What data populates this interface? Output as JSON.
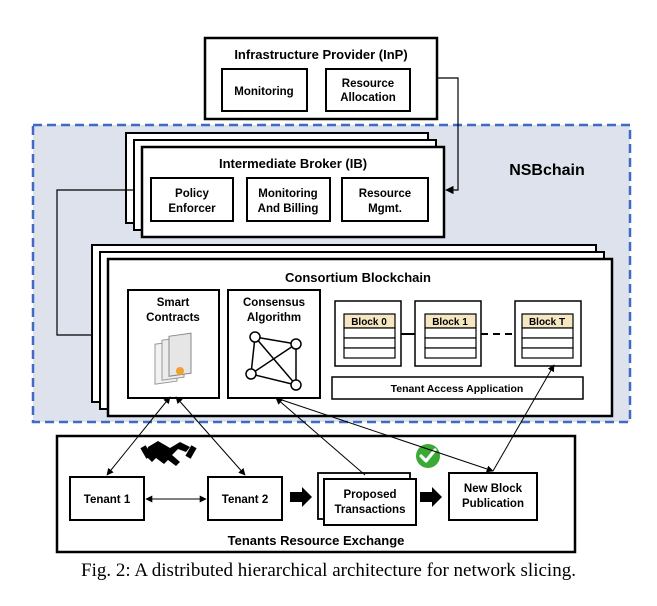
{
  "infrastructure": {
    "title": "Infrastructure Provider (InP)",
    "monitoring": "Monitoring",
    "resource_line1": "Resource",
    "resource_line2": "Allocation"
  },
  "nsbchain_label": "NSBchain",
  "broker": {
    "title": "Intermediate Broker (IB)",
    "policy_line1": "Policy",
    "policy_line2": "Enforcer",
    "billing_line1": "Monitoring",
    "billing_line2": "And Billing",
    "mgmt_line1": "Resource",
    "mgmt_line2": "Mgmt."
  },
  "consortium": {
    "title": "Consortium Blockchain",
    "smart_line1": "Smart",
    "smart_line2": "Contracts",
    "consensus_line1": "Consensus",
    "consensus_line2": "Algorithm",
    "blocks": [
      "Block 0",
      "Block 1",
      "Block T"
    ],
    "tenant_app": "Tenant Access Application"
  },
  "exchange": {
    "title": "Tenants Resource Exchange",
    "tenant1": "Tenant 1",
    "tenant2": "Tenant 2",
    "proposed_line1": "Proposed",
    "proposed_line2": "Transactions",
    "newblock_line1": "New Block",
    "newblock_line2": "Publication"
  },
  "caption": "Fig. 2: A distributed hierarchical architecture for network slicing.",
  "colors": {
    "dashed_border": "#3f6bc4",
    "nsb_background": "#dde2ed",
    "check_green": "#3aaa35",
    "block_header": "#f4e7c2"
  }
}
